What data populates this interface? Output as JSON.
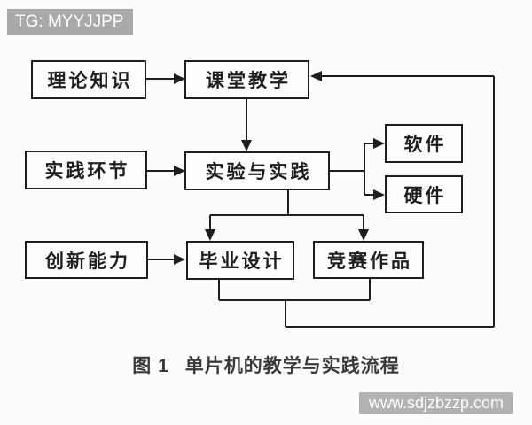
{
  "badges": {
    "tg": "TG: MYYJJPP",
    "watermark": "www.sdjzbzzp.com"
  },
  "caption": {
    "figure_label": "图 1",
    "title": "单片机的教学与实践流程"
  },
  "diagram": {
    "nodes": [
      {
        "id": "theory",
        "label": "理论知识"
      },
      {
        "id": "classroom",
        "label": "课堂教学"
      },
      {
        "id": "practice",
        "label": "实践环节"
      },
      {
        "id": "experiment",
        "label": "实验与实践"
      },
      {
        "id": "software",
        "label": "软件"
      },
      {
        "id": "hardware",
        "label": "硬件"
      },
      {
        "id": "innovation",
        "label": "创新能力"
      },
      {
        "id": "graduation",
        "label": "毕业设计"
      },
      {
        "id": "competition",
        "label": "竞赛作品"
      }
    ],
    "edges": [
      {
        "from": "理论知识",
        "to": "课堂教学",
        "type": "arrow"
      },
      {
        "from": "课堂教学",
        "to": "实验与实践",
        "type": "arrow"
      },
      {
        "from": "实践环节",
        "to": "实验与实践",
        "type": "arrow"
      },
      {
        "from": "实验与实践",
        "to": "软件",
        "type": "arrow"
      },
      {
        "from": "实验与实践",
        "to": "硬件",
        "type": "arrow"
      },
      {
        "from": "实验与实践",
        "to": "毕业设计",
        "type": "arrow"
      },
      {
        "from": "实验与实践",
        "to": "竞赛作品",
        "type": "arrow"
      },
      {
        "from": "创新能力",
        "to": "毕业设计",
        "type": "arrow"
      },
      {
        "from": "毕业设计",
        "to": "课堂教学",
        "type": "feedback-arrow"
      },
      {
        "from": "竞赛作品",
        "to": "课堂教学",
        "type": "feedback-arrow"
      }
    ]
  },
  "colors": {
    "background": "#fcfcfc",
    "line": "#1e1e1e",
    "ink": "#1e1e1e",
    "box_bg": "#fdfdfd",
    "badge_bg": "#a9a9a9",
    "badge_text": "#ffffff",
    "watermark_bg": "#b2b2b2",
    "caption_ink": "#3a3a3a"
  }
}
